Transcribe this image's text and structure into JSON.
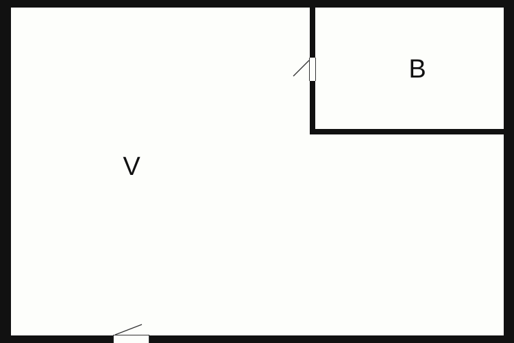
{
  "rooms": [
    {
      "id": "main-room",
      "label": "V"
    },
    {
      "id": "small-room",
      "label": "B"
    }
  ],
  "colors": {
    "wall": "#111111",
    "floor": "#fdfefb",
    "door_leaf": "#333333"
  }
}
